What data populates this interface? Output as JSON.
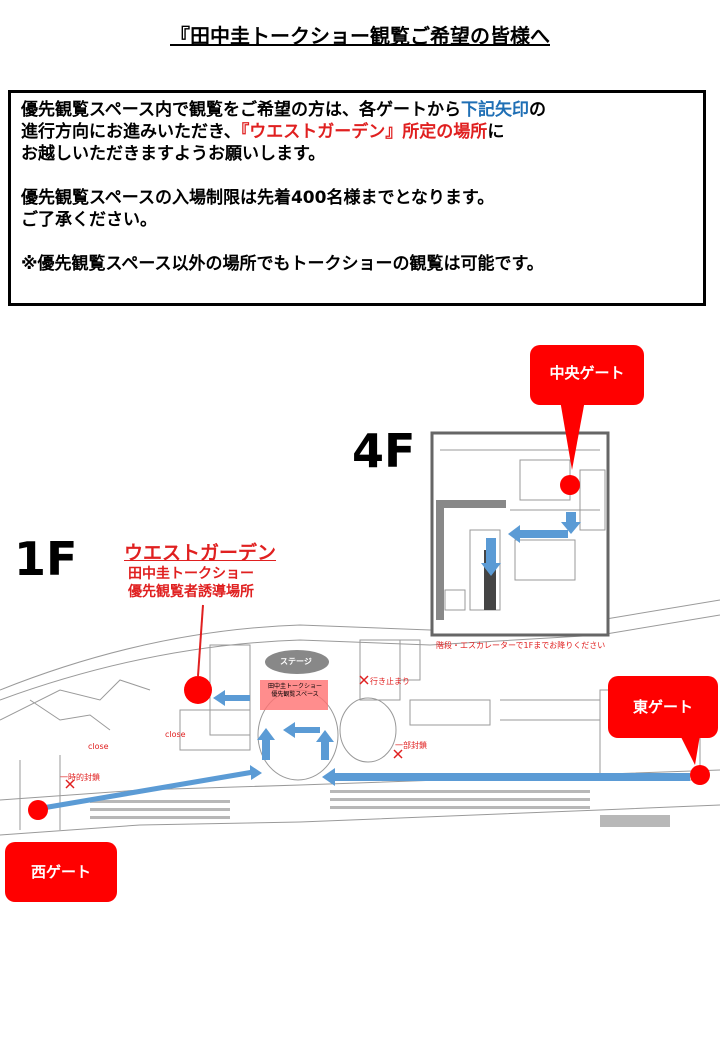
{
  "title": "『田中圭トークショー観覧ご希望の皆様へ",
  "notice": {
    "line1_a": "優先観覧スペース内で観覧をご希望の方は、各ゲートから",
    "line1_b": "下記矢印",
    "line1_c": "の",
    "line2_a": "進行方向にお進みいただき、",
    "line2_b": "『ウエストガーデン』所定の場所",
    "line2_c": "に",
    "line3": "お越しいただきますようお願いします。",
    "line4": "優先観覧スペースの入場制限は先着400名様までとなります。",
    "line5": "ご了承ください。",
    "line6": "※優先観覧スペース以外の場所でもトークショーの観覧は可能です。"
  },
  "map": {
    "floor_1f": "1F",
    "floor_4f": "4F",
    "gate_central": "中央ゲート",
    "gate_east": "東ゲート",
    "gate_west": "西ゲート",
    "west_garden": "ウエストガーデン",
    "west_garden_sub1": "田中圭トークショー",
    "west_garden_sub2": "優先観覧者誘導場所",
    "stage": "ステージ",
    "priority_space_1": "田中圭トークショー",
    "priority_space_2": "優先観覧スペース",
    "dead_end": "行き止まり",
    "partial_closed": "一部封鎖",
    "temp_closed": "一時的封鎖",
    "close1": "close",
    "close2": "close",
    "note_4f": "階段・エスカレーターで1Fまでお降りください",
    "colors": {
      "gate": "#ff0000",
      "arrow": "#5b9bd5",
      "priority": "#ff7070"
    }
  }
}
